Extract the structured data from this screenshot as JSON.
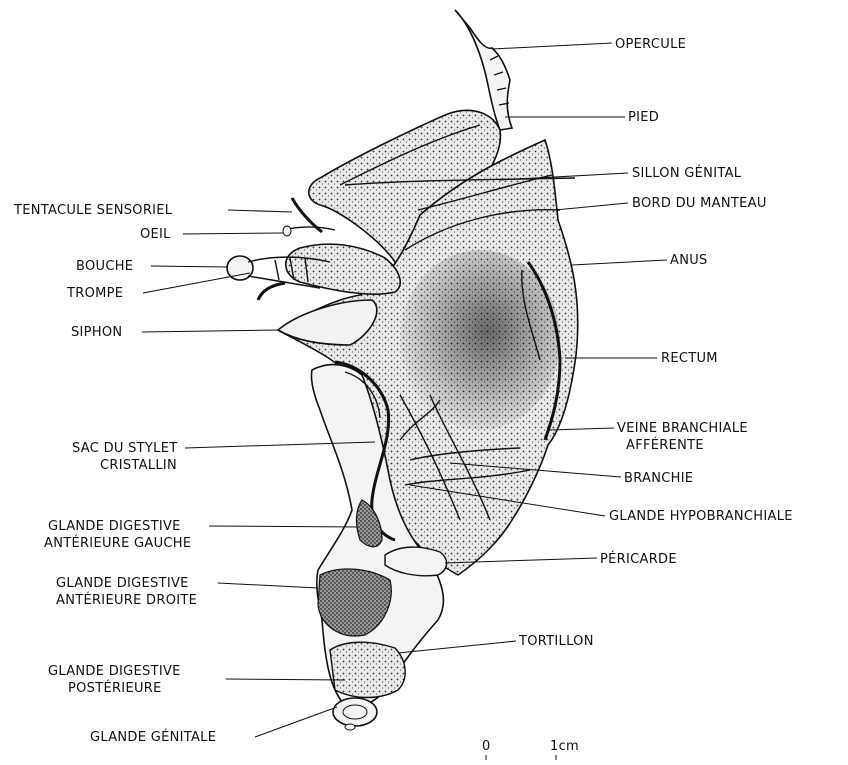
{
  "labels": {
    "opercule": "OPERCULE",
    "pied": "PIED",
    "sillon_genital": "SILLON GÉNITAL",
    "bord_du_manteau": "BORD DU MANTEAU",
    "anus": "ANUS",
    "rectum": "RECTUM",
    "veine_branchiale_1": "VEINE BRANCHIALE",
    "veine_branchiale_2": "AFFÉRENTE",
    "branchie": "BRANCHIE",
    "glande_hypobranchiale": "GLANDE HYPOBRANCHIALE",
    "pericarde": "PÉRICARDE",
    "tortillon": "TORTILLON",
    "tentacule_sensoriel": "TENTACULE SENSORIEL",
    "oeil": "OEIL",
    "bouche": "BOUCHE",
    "trompe": "TROMPE",
    "siphon": "SIPHON",
    "sac_stylet_1": "SAC DU STYLET",
    "sac_stylet_2": "CRISTALLIN",
    "gd_ant_gauche_1": "GLANDE DIGESTIVE",
    "gd_ant_gauche_2": "ANTÉRIEURE GAUCHE",
    "gd_ant_droite_1": "GLANDE DIGESTIVE",
    "gd_ant_droite_2": "ANTÉRIEURE DROITE",
    "gd_post_1": "GLANDE DIGESTIVE",
    "gd_post_2": "POSTÉRIEURE",
    "glande_genitale": "GLANDE GÉNITALE"
  },
  "scale_bar": {
    "start": "0",
    "end": "1cm"
  }
}
